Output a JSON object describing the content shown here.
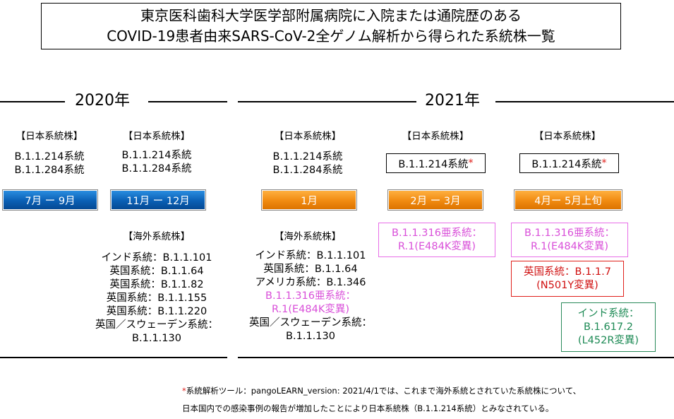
{
  "title": {
    "line1": "東京医科歯科大学医学部附属病院に入院または通院歴のある",
    "line2": "COVID-19患者由来SARS-CoV-2全ゲノム解析から得られた系統株一覧"
  },
  "years": {
    "y2020": "2020年",
    "y2021": "2021年"
  },
  "categories": {
    "japan": "【日本系統株】",
    "overseas": "【海外系統株】"
  },
  "lineages": {
    "b1_1_214": "B.1.1.214系統",
    "b1_1_284": "B.1.1.284系統",
    "star": "*"
  },
  "periods": {
    "jul_sep": "7月 ー 9月",
    "nov_dec": "11月 ー 12月",
    "jan": "1月",
    "feb_mar": "2月 ー 3月",
    "apr_may": "4月ー 5月上旬"
  },
  "overseas_2020": [
    "インド系統：B.1.1.101",
    "英国系統：B.1.1.64",
    "英国系統：B.1.1.82",
    "英国系統：B.1.1.155",
    "英国系統：B.1.1.220",
    "英国／スウェーデン系統：",
    "B.1.1.130"
  ],
  "overseas_jan": {
    "before": [
      "インド系統：B.1.1.101",
      "英国系統：B.1.1.64",
      "アメリカ系統：B.1.346"
    ],
    "highlight": [
      "B.1.1.316亜系統：",
      "R.1(E484K変異)"
    ],
    "after": [
      "英国／スウェーデン系統：",
      "B.1.1.130"
    ]
  },
  "variants": {
    "r1": [
      "B.1.1.316亜系統：",
      "R.1(E484K変異)"
    ],
    "uk": [
      "英国系統：B.1.1.7",
      "(N501Y変異)"
    ],
    "india": [
      "インド系統：",
      "B.1.617.2",
      "(L452R変異)"
    ]
  },
  "footnote": {
    "star": "*",
    "line1": "系統解析ツール：pangoLEARN_version: 2021/4/1では、これまで海外系統とされていた系統株について、",
    "line2": "日本国内での感染事例の報告が増加したことにより日本系統株（B.1.1.214系統）とみなされている。"
  },
  "colors": {
    "blue": "#0a5fb4",
    "orange": "#f08a10",
    "pink": "#d94fd9",
    "red": "#e0201b",
    "green": "#1d8a55"
  }
}
